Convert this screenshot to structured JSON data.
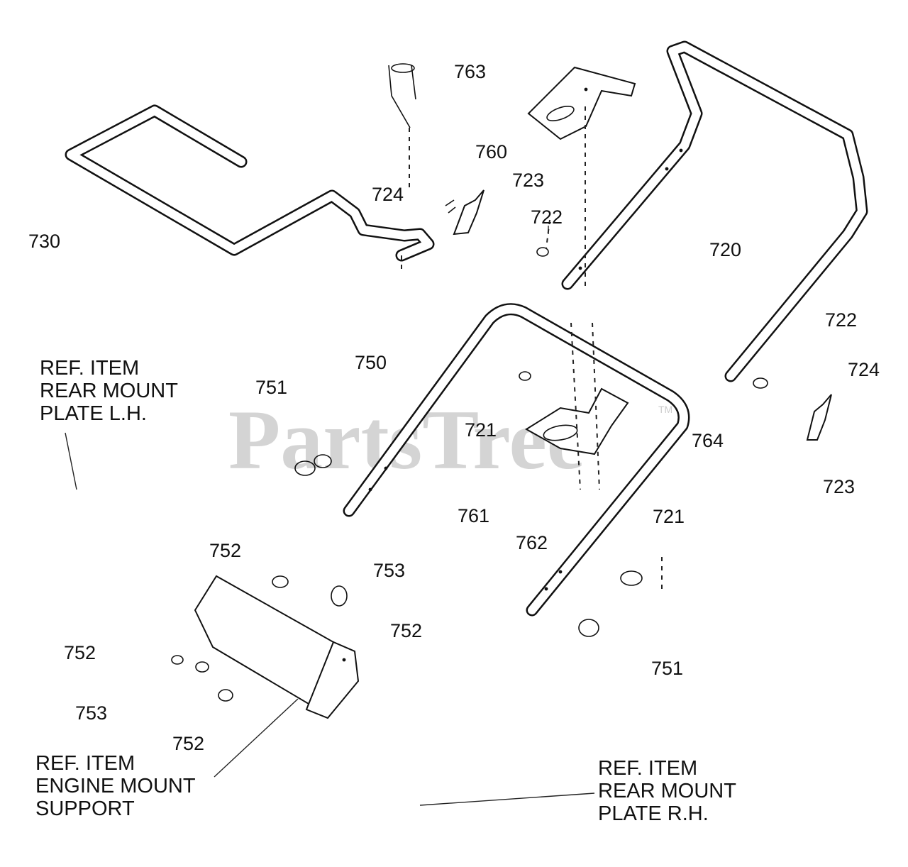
{
  "watermark": "PartsTree",
  "watermark_tm": "TM",
  "part_labels": {
    "p763": "763",
    "p760": "760",
    "p723a": "723",
    "p724a": "724",
    "p722a": "722",
    "p730": "730",
    "p720": "720",
    "p722b": "722",
    "p724b": "724",
    "p750": "750",
    "p751a": "751",
    "p721a": "721",
    "p764": "764",
    "p723b": "723",
    "p761": "761",
    "p721b": "721",
    "p762": "762",
    "p752a": "752",
    "p753a": "753",
    "p752b": "752",
    "p752c": "752",
    "p753b": "753",
    "p752d": "752",
    "p751b": "751"
  },
  "ref_items": {
    "rear_mount_lh": [
      "REF. ITEM",
      "REAR MOUNT",
      "PLATE L.H."
    ],
    "engine_mount": [
      "REF. ITEM",
      "ENGINE MOUNT",
      "SUPPORT"
    ],
    "rear_mount_rh": [
      "REF. ITEM",
      "REAR MOUNT",
      "PLATE R.H."
    ]
  }
}
